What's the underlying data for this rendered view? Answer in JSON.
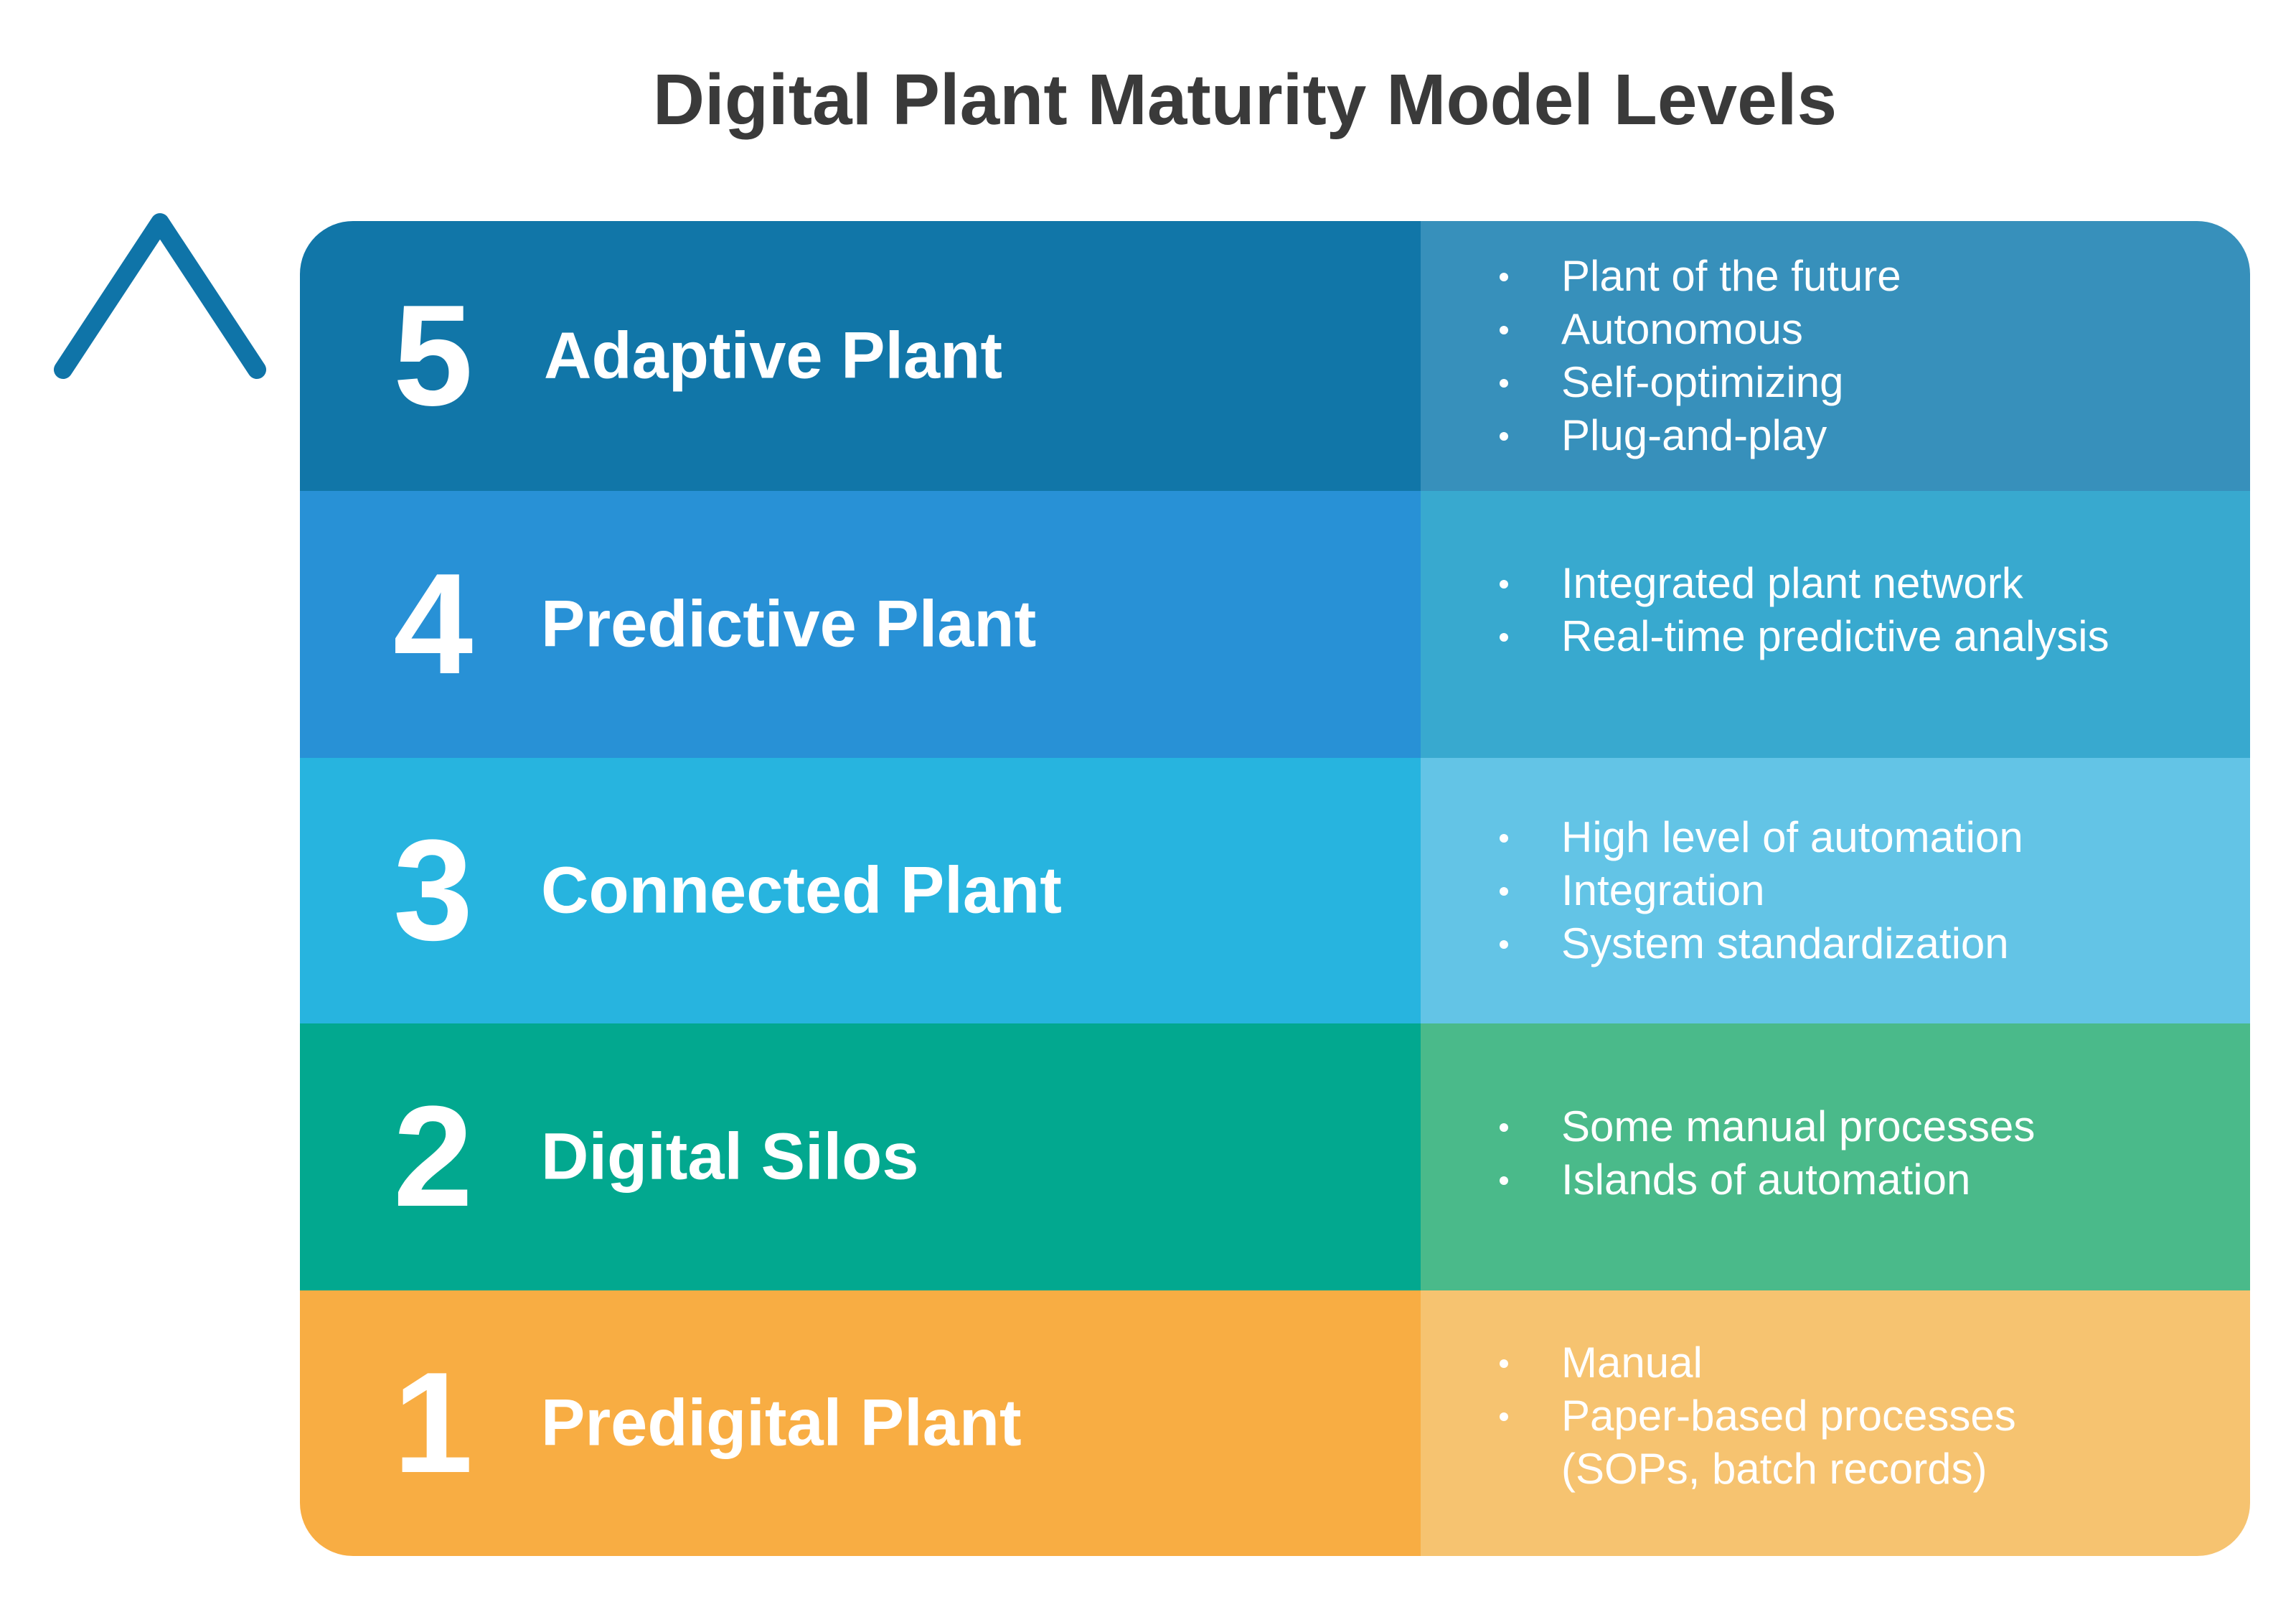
{
  "title": "Digital Plant Maturity Model Levels",
  "colors": {
    "arrow_top": "#0f74a8",
    "arrow_bottom": "#f6ad3f"
  },
  "levels": [
    {
      "number": "5",
      "name": "Adaptive Plant",
      "left_color": "#1176a8",
      "right_color": "#3790bb",
      "bullets": [
        "Plant of the future",
        "Autonomous",
        "Self-optimizing",
        "Plug-and-play"
      ]
    },
    {
      "number": "4",
      "name": "Predictive Plant",
      "left_color": "#2891d6",
      "right_color": "#38a9cf",
      "bullets": [
        "Integrated plant network",
        "Real-time predictive analysis"
      ]
    },
    {
      "number": "3",
      "name": "Connected Plant",
      "left_color": "#27b4df",
      "right_color": "#63c4e6",
      "bullets": [
        "High level of automation",
        "Integration",
        "System standardization"
      ]
    },
    {
      "number": "2",
      "name": "Digital Silos",
      "left_color": "#02a88f",
      "right_color": "#4aba8a",
      "bullets": [
        "Some manual processes",
        "Islands of automation"
      ]
    },
    {
      "number": "1",
      "name": "Predigital Plant",
      "left_color": "#f8ad43",
      "right_color": "#f6c370",
      "bullets": [
        "Manual",
        "Paper-based processes",
        "(SOPs, batch records)"
      ]
    }
  ]
}
